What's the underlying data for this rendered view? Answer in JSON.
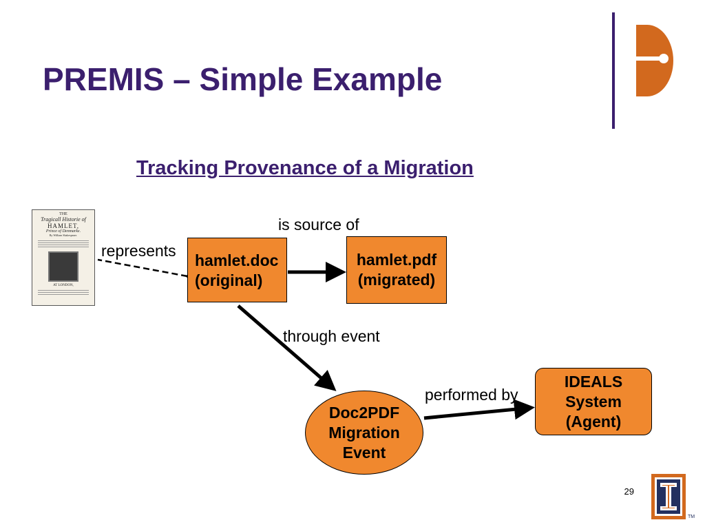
{
  "slide": {
    "title": "PREMIS – Simple Example",
    "subtitle": "Tracking Provenance of a Migration",
    "page_number": "29"
  },
  "book": {
    "lines": [
      "THE",
      "Tragicall Historie of",
      "HAMLET,",
      "Prince of Denmarke.",
      "By William Shakespeare.",
      "AT LONDON,"
    ]
  },
  "nodes": {
    "hamlet_doc": {
      "line1": "hamlet.doc",
      "line2": "(original)"
    },
    "hamlet_pdf": {
      "line1": "hamlet.pdf",
      "line2": "(migrated)"
    },
    "event": {
      "line1": "Doc2PDF",
      "line2": "Migration",
      "line3": "Event"
    },
    "agent": {
      "line1": "IDEALS",
      "line2": "System",
      "line3": "(Agent)"
    }
  },
  "edges": {
    "represents": "represents",
    "is_source_of": "is source of",
    "through_event": "through event",
    "performed_by": "performed by"
  },
  "colors": {
    "title": "#3b1f6e",
    "node_fill": "#f0882e",
    "brand_orange": "#d2691e",
    "brand_blue": "#23305f"
  }
}
